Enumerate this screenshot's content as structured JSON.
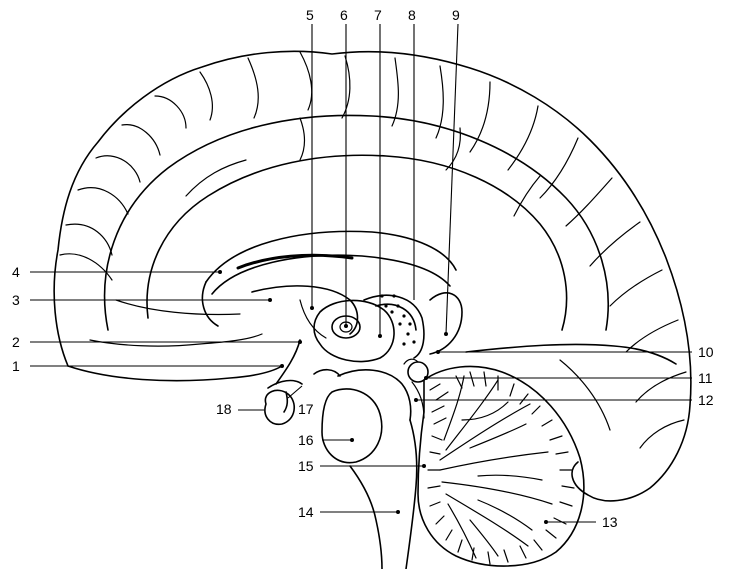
{
  "diagram": {
    "labels": [
      {
        "key": "l1",
        "text": "1"
      },
      {
        "key": "l2",
        "text": "2"
      },
      {
        "key": "l3",
        "text": "3"
      },
      {
        "key": "l4",
        "text": "4"
      },
      {
        "key": "l5",
        "text": "5"
      },
      {
        "key": "l6",
        "text": "6"
      },
      {
        "key": "l7",
        "text": "7"
      },
      {
        "key": "l8",
        "text": "8"
      },
      {
        "key": "l9",
        "text": "9"
      },
      {
        "key": "l10",
        "text": "10"
      },
      {
        "key": "l11",
        "text": "11"
      },
      {
        "key": "l12",
        "text": "12"
      },
      {
        "key": "l13",
        "text": "13"
      },
      {
        "key": "l14",
        "text": "14"
      },
      {
        "key": "l15",
        "text": "15"
      },
      {
        "key": "l16",
        "text": "16"
      },
      {
        "key": "l17",
        "text": "17"
      },
      {
        "key": "l18",
        "text": "18"
      }
    ]
  }
}
